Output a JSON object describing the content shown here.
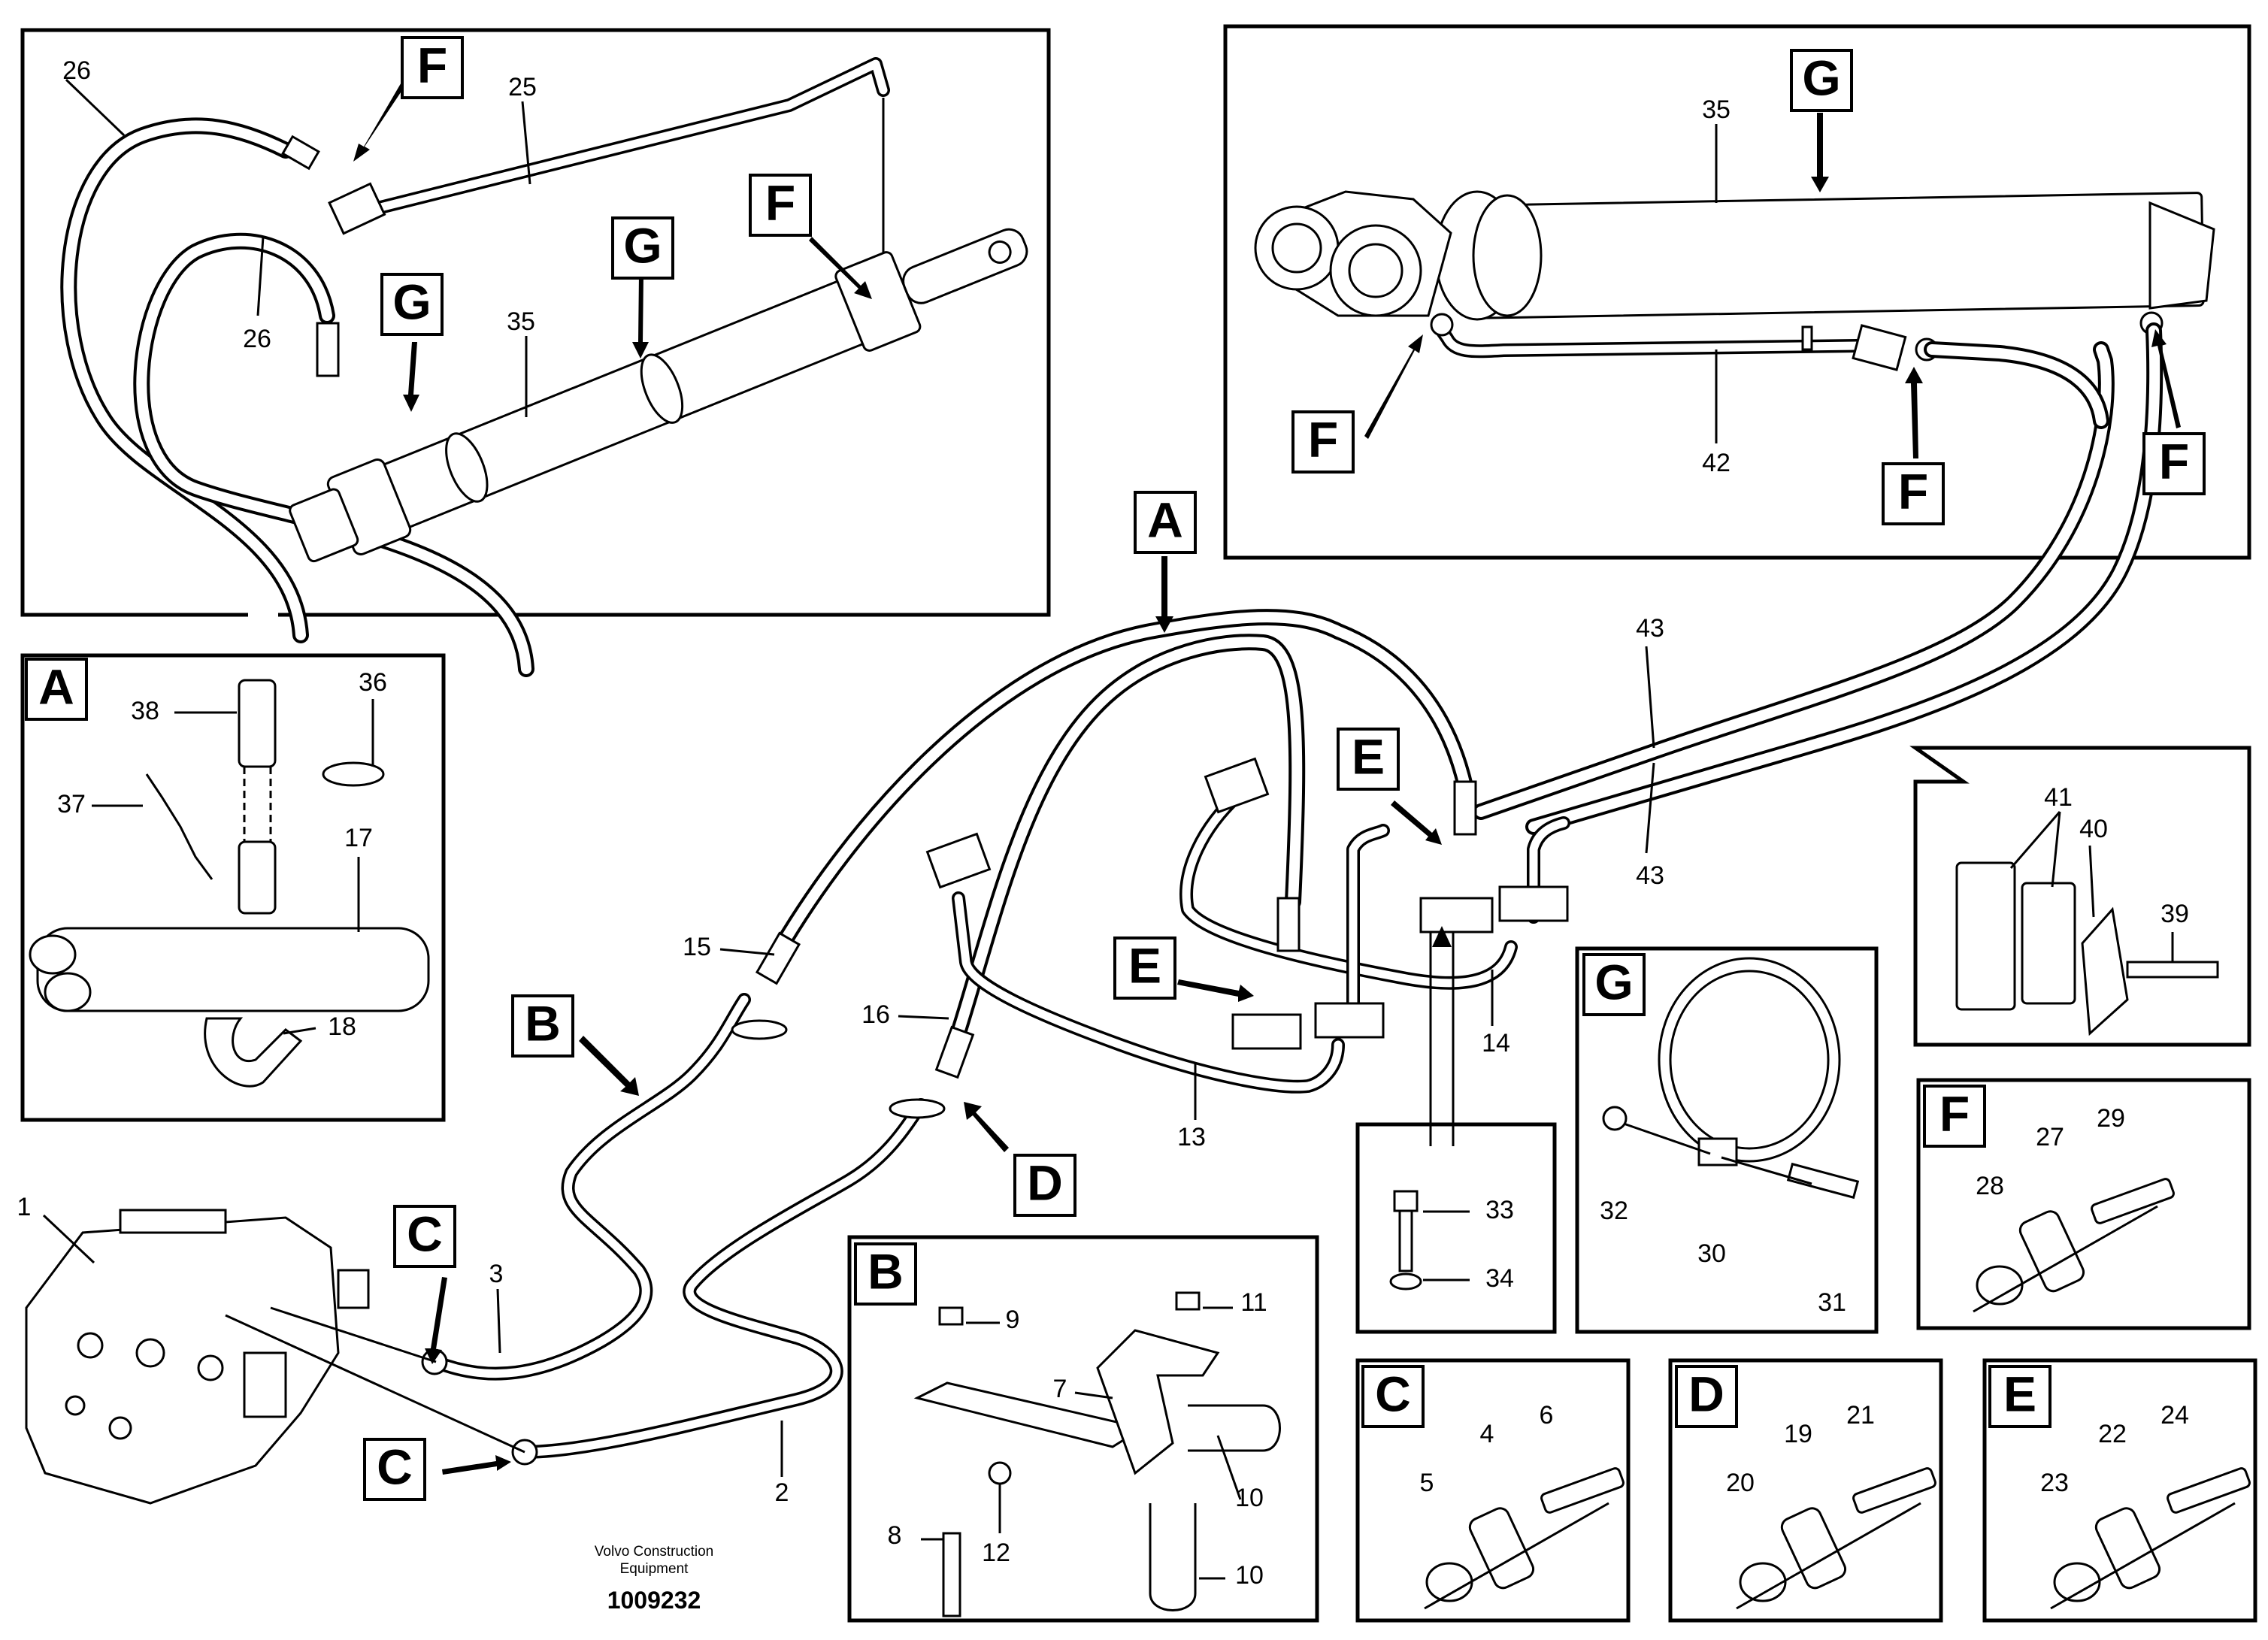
{
  "view_labels": {
    "A": "A",
    "B": "B",
    "C": "C",
    "D": "D",
    "E": "E",
    "F": "F",
    "G": "G"
  },
  "part_numbers": {
    "p1": "1",
    "p2": "2",
    "p3": "3",
    "p4": "4",
    "p5": "5",
    "p6": "6",
    "p7": "7",
    "p8": "8",
    "p9": "9",
    "p10": "10",
    "p11": "11",
    "p12": "12",
    "p13": "13",
    "p14": "14",
    "p15": "15",
    "p16": "16",
    "p17": "17",
    "p18": "18",
    "p19": "19",
    "p20": "20",
    "p21": "21",
    "p22": "22",
    "p23": "23",
    "p24": "24",
    "p25": "25",
    "p26": "26",
    "p27": "27",
    "p28": "28",
    "p29": "29",
    "p30": "30",
    "p31": "31",
    "p32": "32",
    "p33": "33",
    "p34": "34",
    "p35": "35",
    "p36": "36",
    "p37": "37",
    "p38": "38",
    "p39": "39",
    "p40": "40",
    "p41": "41",
    "p42": "42",
    "p43": "43"
  },
  "footer": {
    "company_line1": "Volvo Construction",
    "company_line2": "Equipment",
    "drawing_number": "1009232"
  }
}
